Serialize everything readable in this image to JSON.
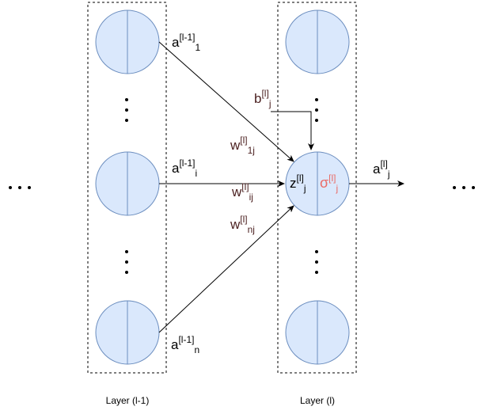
{
  "colors": {
    "node_fill": "#dae8fc",
    "node_stroke": "#6c8ebf",
    "text_dark": "#000000",
    "text_maroon": "#4a1f1f",
    "sigma_red": "#ea6b66"
  },
  "layers": {
    "left_caption": "Layer (l-1)",
    "right_caption": "Layer (l)"
  },
  "ellipsis": {
    "dots_h": "• • •",
    "dots_v": "⋮"
  },
  "labels": {
    "a1": {
      "base": "a",
      "sup": "[l-1]",
      "sub": "1"
    },
    "ai": {
      "base": "a",
      "sup": "[l-1]",
      "sub": "i"
    },
    "an": {
      "base": "a",
      "sup": "[l-1]",
      "sub": "n"
    },
    "b": {
      "base": "b",
      "sup": "[l]",
      "sub": "j"
    },
    "w1": {
      "base": "w",
      "sup": "[l]",
      "sub": "1j"
    },
    "wi": {
      "base": "w",
      "sup": "[l]",
      "sub": "ij"
    },
    "wn": {
      "base": "w",
      "sup": "[l]",
      "sub": "nj"
    },
    "z": {
      "base": "z",
      "sup": "[l]",
      "sub": "j"
    },
    "sigma": {
      "base": "σ",
      "sup": "[l]",
      "sub": "j"
    },
    "aout": {
      "base": "a",
      "sup": "[l]",
      "sub": "j"
    }
  }
}
